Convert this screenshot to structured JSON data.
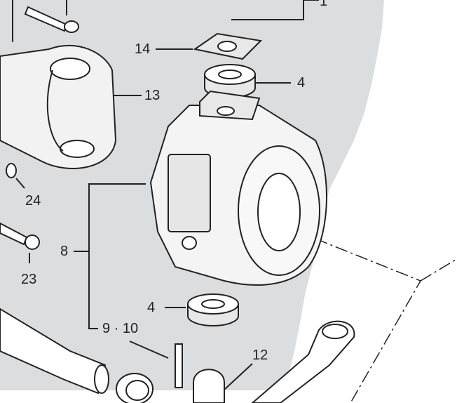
{
  "diagram": {
    "colors": {
      "background_panel": "#dcdddf",
      "line": "#222222",
      "part_fill": "#e8e8e8"
    },
    "labels": {
      "part_1": "1",
      "part_14": "14",
      "part_4_top": "4",
      "part_13": "13",
      "part_24": "24",
      "part_8": "8",
      "part_23": "23",
      "part_4_bottom": "4",
      "part_9_10": "9 · 10",
      "part_12": "12"
    }
  }
}
